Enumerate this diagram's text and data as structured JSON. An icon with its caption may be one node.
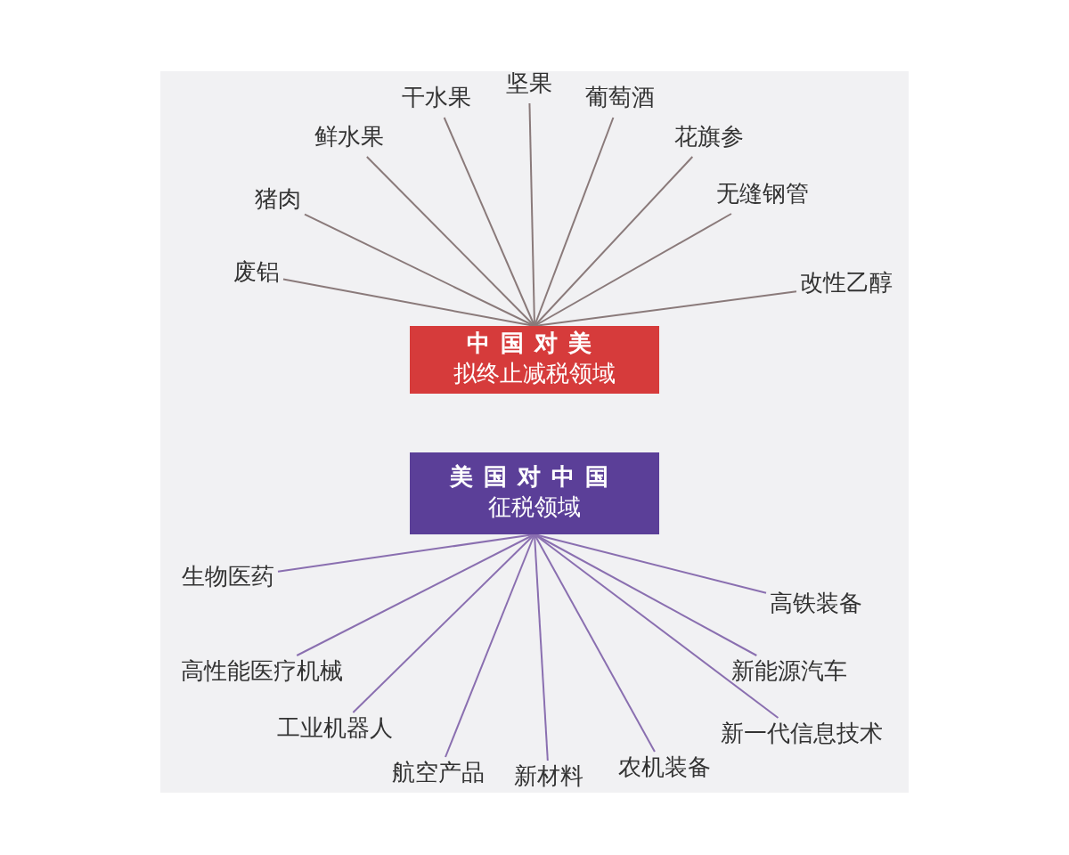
{
  "diagram": {
    "nodes": [
      {
        "text": [
          "废铝"
        ]
      },
      {
        "text": [
          "猪肉"
        ]
      },
      {
        "text": [
          "鲜水果"
        ]
      },
      {
        "text": [
          "干水果"
        ]
      },
      {
        "text": [
          "坚果"
        ]
      },
      {
        "text": [
          "葡萄酒"
        ]
      },
      {
        "text": [
          "花旗参"
        ]
      },
      {
        "text": [
          "无缝钢管"
        ]
      },
      {
        "text": [
          "改性乙醇"
        ]
      },
      {
        "text": [
          "中国对美",
          "拟终止减税领域"
        ]
      },
      {
        "text": [
          "美国对中国",
          "征税领域"
        ]
      },
      {
        "text": [
          "生物医药"
        ]
      },
      {
        "text": [
          "高铁装备"
        ]
      },
      {
        "text": [
          "高性能医疗机械"
        ]
      },
      {
        "text": [
          "新能源汽车"
        ]
      },
      {
        "text": [
          "工业机器人"
        ]
      },
      {
        "text": [
          "新一代信息技术"
        ]
      },
      {
        "text": [
          "航空产品"
        ]
      },
      {
        "text": [
          "新材料"
        ]
      },
      {
        "text": [
          "农机装备"
        ]
      }
    ],
    "edges": [
      {
        "from": 0,
        "to": 9,
        "arrow": "none"
      },
      {
        "from": 1,
        "to": 9,
        "arrow": "none"
      },
      {
        "from": 2,
        "to": 9,
        "arrow": "none"
      },
      {
        "from": 3,
        "to": 9,
        "arrow": "none"
      },
      {
        "from": 4,
        "to": 9,
        "arrow": "none"
      },
      {
        "from": 5,
        "to": 9,
        "arrow": "none"
      },
      {
        "from": 6,
        "to": 9,
        "arrow": "none"
      },
      {
        "from": 7,
        "to": 9,
        "arrow": "none"
      },
      {
        "from": 8,
        "to": 9,
        "arrow": "none"
      },
      {
        "from": 10,
        "to": 11,
        "arrow": "none"
      },
      {
        "from": 10,
        "to": 12,
        "arrow": "none"
      },
      {
        "from": 10,
        "to": 13,
        "arrow": "none"
      },
      {
        "from": 10,
        "to": 14,
        "arrow": "none"
      },
      {
        "from": 10,
        "to": 15,
        "arrow": "none"
      },
      {
        "from": 10,
        "to": 16,
        "arrow": "none"
      },
      {
        "from": 10,
        "to": 17,
        "arrow": "none"
      },
      {
        "from": 10,
        "to": 18,
        "arrow": "none"
      },
      {
        "from": 10,
        "to": 19,
        "arrow": "none"
      }
    ]
  }
}
